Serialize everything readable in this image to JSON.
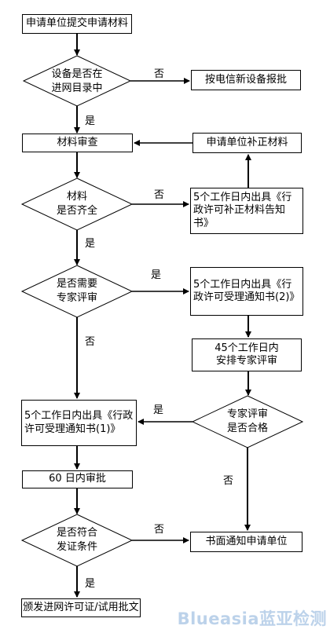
{
  "nodes": {
    "apply": "申请单位提交申请材料",
    "check_directory": "设备是否在\n进网目录中",
    "new_equipment": "按电信新设备报批",
    "review": "材料审查",
    "supplement": "申请单位补正材料",
    "complete": "材料\n是否齐全",
    "notice_supplement": "5个工作日内出具《行政许可补正材料告知书》",
    "expert_needed": "是否需要\n专家评审",
    "notice_accept_2": "5个工作日内出具《行政许可受理通知书(2)》",
    "expert_arrange": "45个工作日内\n安排专家评审",
    "notice_accept_1": "5个工作日内出具《行政许可受理通知书(1)》",
    "expert_pass": "专家评审\n是否合格",
    "approve_60": "60 日内审批",
    "meets_conditions": "是否符合\n发证条件",
    "written_notice": "书面通知申请单位",
    "issue": "颁发进网许可证/试用批文"
  },
  "labels": {
    "no": "否",
    "yes": "是"
  },
  "watermark": "Blueasia蓝亚检测"
}
